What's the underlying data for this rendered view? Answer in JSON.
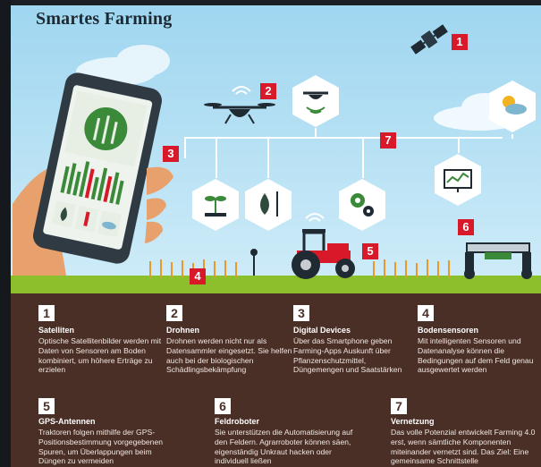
{
  "title": "Smartes Farming",
  "markers": [
    "1",
    "2",
    "3",
    "4",
    "5",
    "6",
    "7"
  ],
  "items": [
    {
      "num": "1",
      "title": "Satelliten",
      "text": "Optische Satellitenbilder werden mit Daten von Sensoren am Boden kombiniert, um höhere Erträge zu erzielen"
    },
    {
      "num": "2",
      "title": "Drohnen",
      "text": "Drohnen werden nicht nur als Datensammler eingesetzt. Sie helfen auch bei der biologischen Schädlingsbekämpfung"
    },
    {
      "num": "3",
      "title": "Digital Devices",
      "text": "Über das Smartphone geben Farming-Apps Auskunft über Pflanzenschutzmittel, Düngemengen und Saatstärken"
    },
    {
      "num": "4",
      "title": "Bodensensoren",
      "text": "Mit intelligenten Sensoren und Datenanalyse können die Bedingungen auf dem Feld genau ausgewertet werden"
    },
    {
      "num": "5",
      "title": "GPS-Antennen",
      "text": "Traktoren folgen mithilfe der GPS-Positionsbestimmung vorgegebenen Spuren, um Überlappungen beim Düngen zu vermeiden"
    },
    {
      "num": "6",
      "title": "Feldroboter",
      "text": "Sie unterstützen die Automatisierung auf den Feldern. Agrarroboter können säen, eigenständig Unkraut hacken oder individuell ließen"
    },
    {
      "num": "7",
      "title": "Vernetzung",
      "text": "Das volle Potenzial entwickelt Farming 4.0 erst, wenn sämtliche Komponenten miteinander vernetzt sind. Das Ziel: Eine gemeinsame Schnittstelle"
    }
  ],
  "colors": {
    "accent": "#d7192a",
    "sky": "#a8daf1",
    "grass": "#8cbf2c",
    "brown": "#4a2f27",
    "phone": "#2f3a42",
    "app_green": "#3b8a3a"
  },
  "icons": [
    "satellite-icon",
    "drone-icon",
    "sun-cloud-icon",
    "seedling-icon",
    "water-drop-icon",
    "gears-icon",
    "monitor-chart-icon",
    "tractor-icon",
    "field-robot-icon",
    "smartphone-icon",
    "wifi-icon"
  ]
}
